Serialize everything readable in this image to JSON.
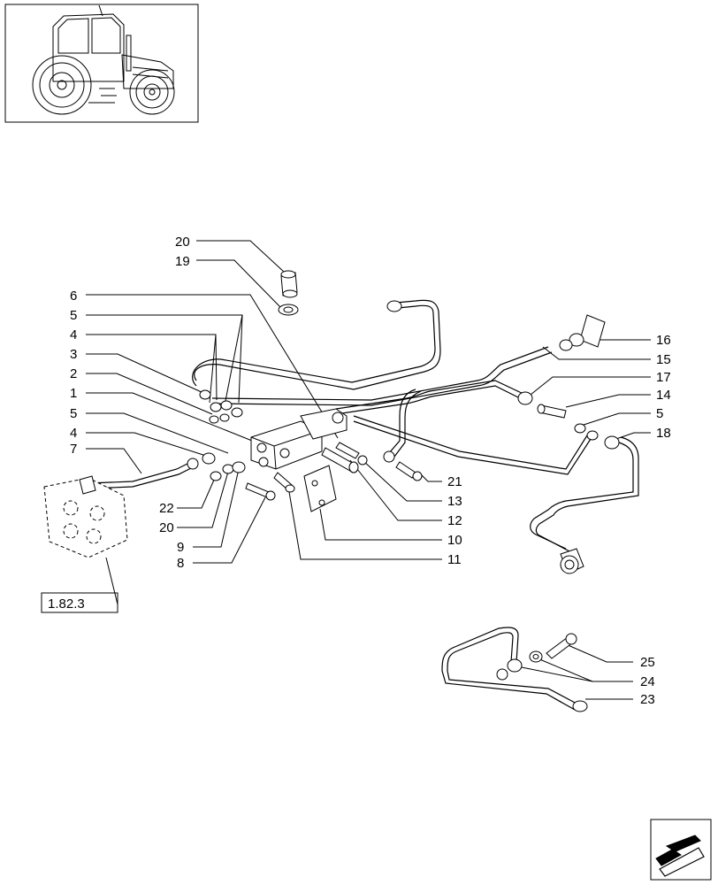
{
  "callouts_left": [
    {
      "id": "c20a",
      "text": "20"
    },
    {
      "id": "c19",
      "text": "19"
    },
    {
      "id": "c6",
      "text": "6"
    },
    {
      "id": "c5a",
      "text": "5"
    },
    {
      "id": "c4a",
      "text": "4"
    },
    {
      "id": "c3",
      "text": "3"
    },
    {
      "id": "c2",
      "text": "2"
    },
    {
      "id": "c1",
      "text": "1"
    },
    {
      "id": "c5b",
      "text": "5"
    },
    {
      "id": "c4b",
      "text": "4"
    },
    {
      "id": "c7",
      "text": "7"
    },
    {
      "id": "c22",
      "text": "22"
    },
    {
      "id": "c20b",
      "text": "20"
    },
    {
      "id": "c9",
      "text": "9"
    },
    {
      "id": "c8",
      "text": "8"
    }
  ],
  "callouts_right": [
    {
      "id": "c16",
      "text": "16"
    },
    {
      "id": "c15",
      "text": "15"
    },
    {
      "id": "c17",
      "text": "17"
    },
    {
      "id": "c14",
      "text": "14"
    },
    {
      "id": "c5c",
      "text": "5"
    },
    {
      "id": "c18",
      "text": "18"
    },
    {
      "id": "c21",
      "text": "21"
    },
    {
      "id": "c13",
      "text": "13"
    },
    {
      "id": "c12",
      "text": "12"
    },
    {
      "id": "c10",
      "text": "10"
    },
    {
      "id": "c11",
      "text": "11"
    },
    {
      "id": "c25",
      "text": "25"
    },
    {
      "id": "c24",
      "text": "24"
    },
    {
      "id": "c23",
      "text": "23"
    }
  ],
  "reference_box": {
    "text": "1.82.3"
  },
  "icons": {
    "thumbnail": "tractor-thumbnail-icon",
    "nav": "next-page-arrow-icon"
  }
}
